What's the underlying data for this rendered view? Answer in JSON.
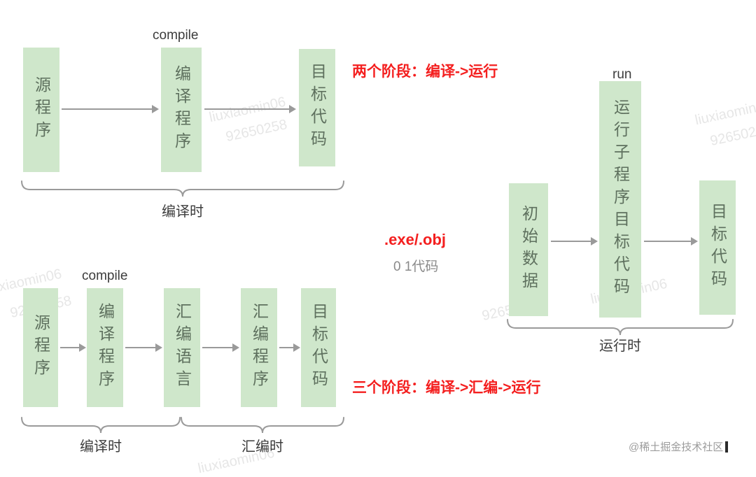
{
  "palette": {
    "box_bg": "#cfe7cb",
    "box_text": "#5e705e",
    "line": "#9a9a9a",
    "red": "#f41f1f",
    "label": "#3c3c3c",
    "muted": "#8a8a8a",
    "watermark": "#bebebe"
  },
  "compile_two_stage": {
    "title": "compile",
    "boxes": [
      {
        "label": "源程序"
      },
      {
        "label": "编译程序"
      },
      {
        "label": "目标代码"
      }
    ],
    "brace_label": "编译时",
    "annotation": "两个阶段：编译->运行"
  },
  "run_stage": {
    "title": "run",
    "boxes": [
      {
        "label": "初始数据"
      },
      {
        "label": "运行子程序目标代码"
      },
      {
        "label": "目标代码"
      }
    ],
    "brace_label": "运行时"
  },
  "intermediate": {
    "file_types": ".exe/.obj",
    "binary_label": "0 1代码"
  },
  "compile_three_stage": {
    "title": "compile",
    "boxes": [
      {
        "label": "源程序"
      },
      {
        "label": "编译程序"
      },
      {
        "label": "汇编语言"
      },
      {
        "label": "汇编程序"
      },
      {
        "label": "目标代码"
      }
    ],
    "brace_labels": [
      "编译时",
      "汇编时"
    ],
    "annotation": "三个阶段：编译->汇编->运行"
  },
  "watermark": {
    "name": "liuxiaomin06",
    "id": "92650258",
    "community": "@稀土掘金技术社区"
  }
}
